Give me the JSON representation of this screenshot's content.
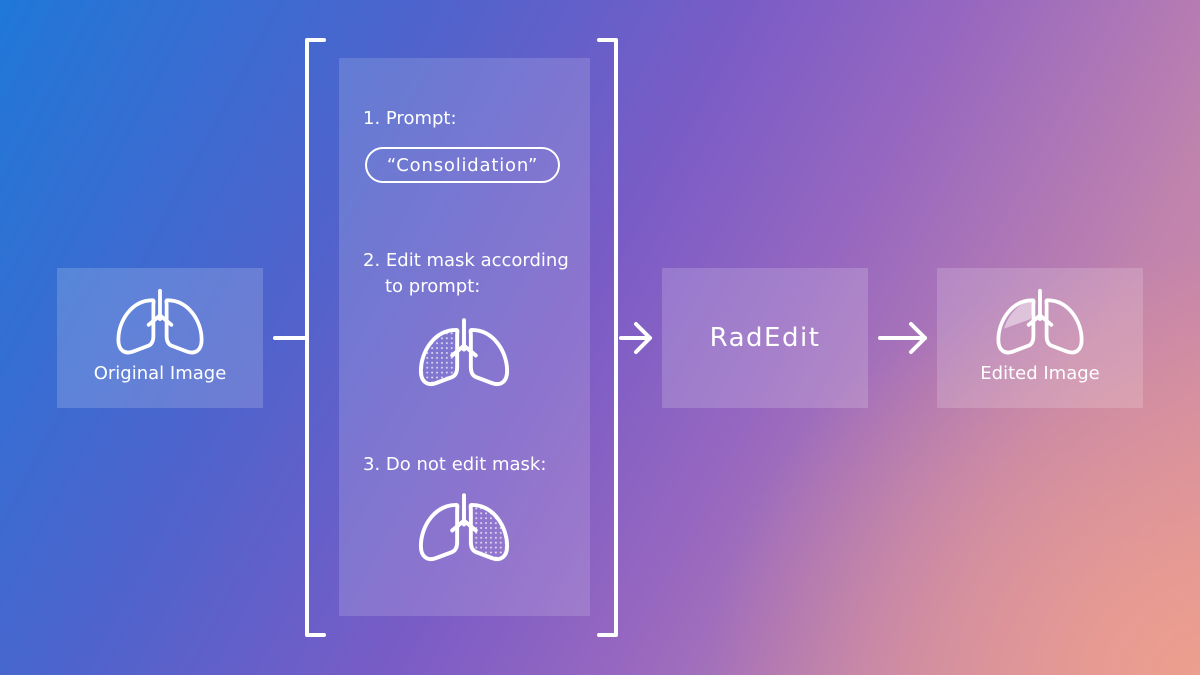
{
  "original": {
    "label": "Original Image"
  },
  "steps": {
    "step1": "1. Prompt:",
    "prompt": "“Consolidation”",
    "step2_line1": "2. Edit mask according",
    "step2_line2": "to prompt:",
    "step3": "3. Do not edit mask:"
  },
  "model": {
    "label": "RadEdit"
  },
  "edited": {
    "label": "Edited Image"
  },
  "icons": {
    "original": "lungs-icon",
    "edit_mask": "lungs-edit-mask-icon",
    "no_edit_mask": "lungs-no-edit-mask-icon",
    "edited": "lungs-edited-icon",
    "arrows": "arrow-right-icon"
  }
}
